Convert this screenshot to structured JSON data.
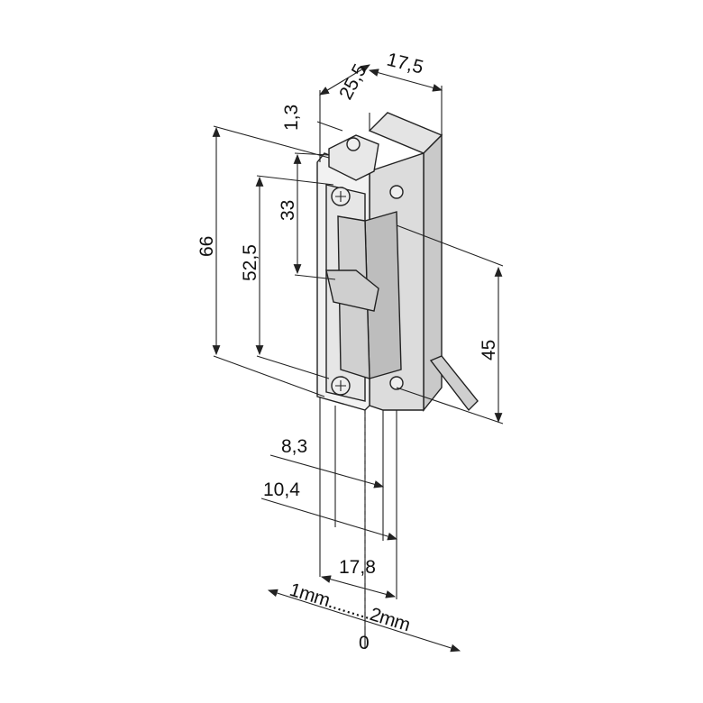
{
  "drawing": {
    "title": "Electric door strike dimension drawing",
    "dimensions": {
      "depth": "25,5",
      "width_top": "17,5",
      "offset_top": "1,3",
      "total_height": "66",
      "latch_height": "33",
      "screw_spacing": "52,5",
      "body_height": "45",
      "dim_8_3": "8,3",
      "dim_10_4": "10,4",
      "faceplate_width": "17,8",
      "adjustment": "1mm.........2mm",
      "zero": "0"
    },
    "colors": {
      "line": "#222222",
      "body_fill": "#d8d8d8",
      "face_fill": "#f2f2f2"
    }
  }
}
